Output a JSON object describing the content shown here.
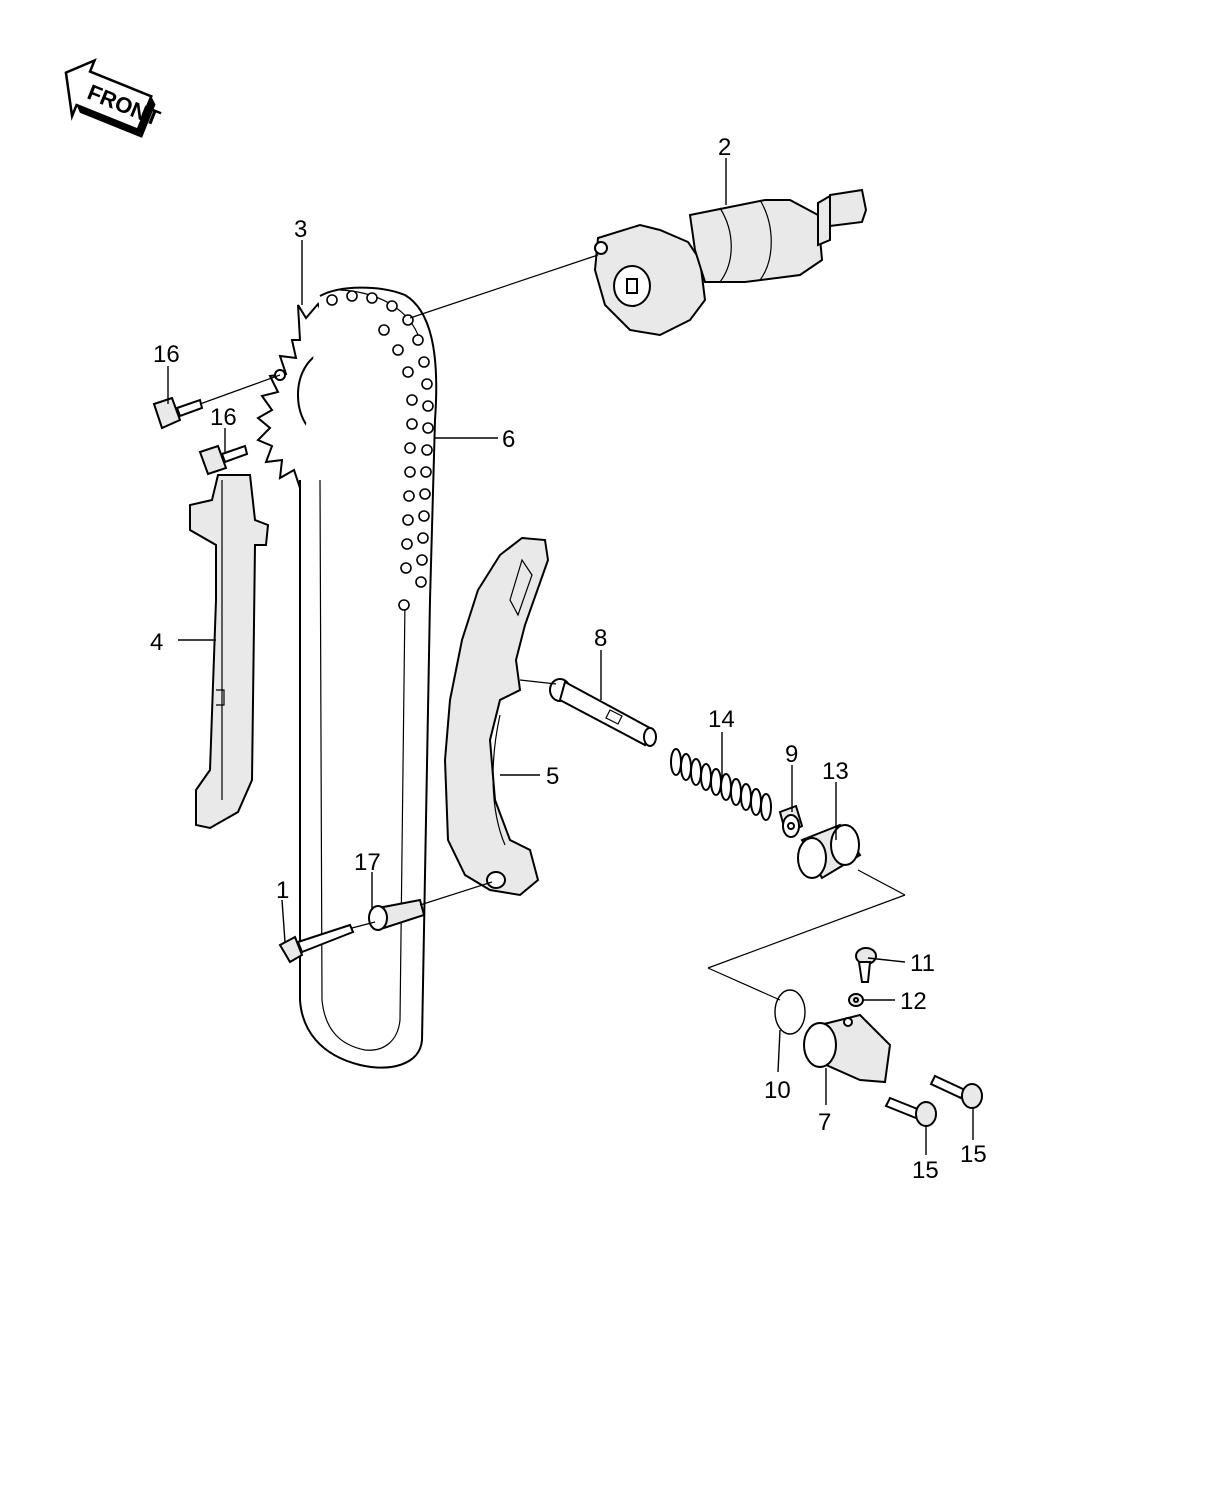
{
  "front_badge": {
    "label": "FRONT"
  },
  "callouts": [
    {
      "id": "1",
      "text": "1"
    },
    {
      "id": "2",
      "text": "2"
    },
    {
      "id": "3",
      "text": "3"
    },
    {
      "id": "4",
      "text": "4"
    },
    {
      "id": "5",
      "text": "5"
    },
    {
      "id": "6",
      "text": "6"
    },
    {
      "id": "7",
      "text": "7"
    },
    {
      "id": "8",
      "text": "8"
    },
    {
      "id": "9",
      "text": "9"
    },
    {
      "id": "10",
      "text": "10"
    },
    {
      "id": "11",
      "text": "11"
    },
    {
      "id": "12",
      "text": "12"
    },
    {
      "id": "13",
      "text": "13"
    },
    {
      "id": "14",
      "text": "14"
    },
    {
      "id": "15a",
      "text": "15"
    },
    {
      "id": "15b",
      "text": "15"
    },
    {
      "id": "16a",
      "text": "16"
    },
    {
      "id": "16b",
      "text": "16"
    },
    {
      "id": "17",
      "text": "17"
    }
  ]
}
